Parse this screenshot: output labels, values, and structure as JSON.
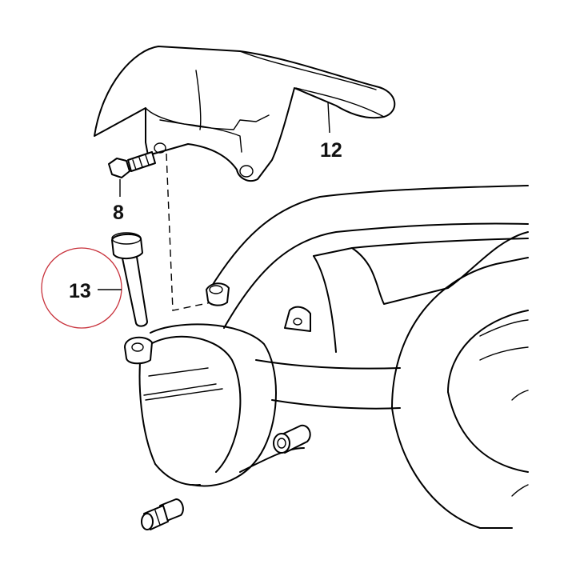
{
  "callouts": {
    "part_12": "12",
    "part_8": "8",
    "part_13": "13"
  },
  "colors": {
    "line": "#000000",
    "background": "#ffffff",
    "highlight_circle": "#c8323c"
  }
}
